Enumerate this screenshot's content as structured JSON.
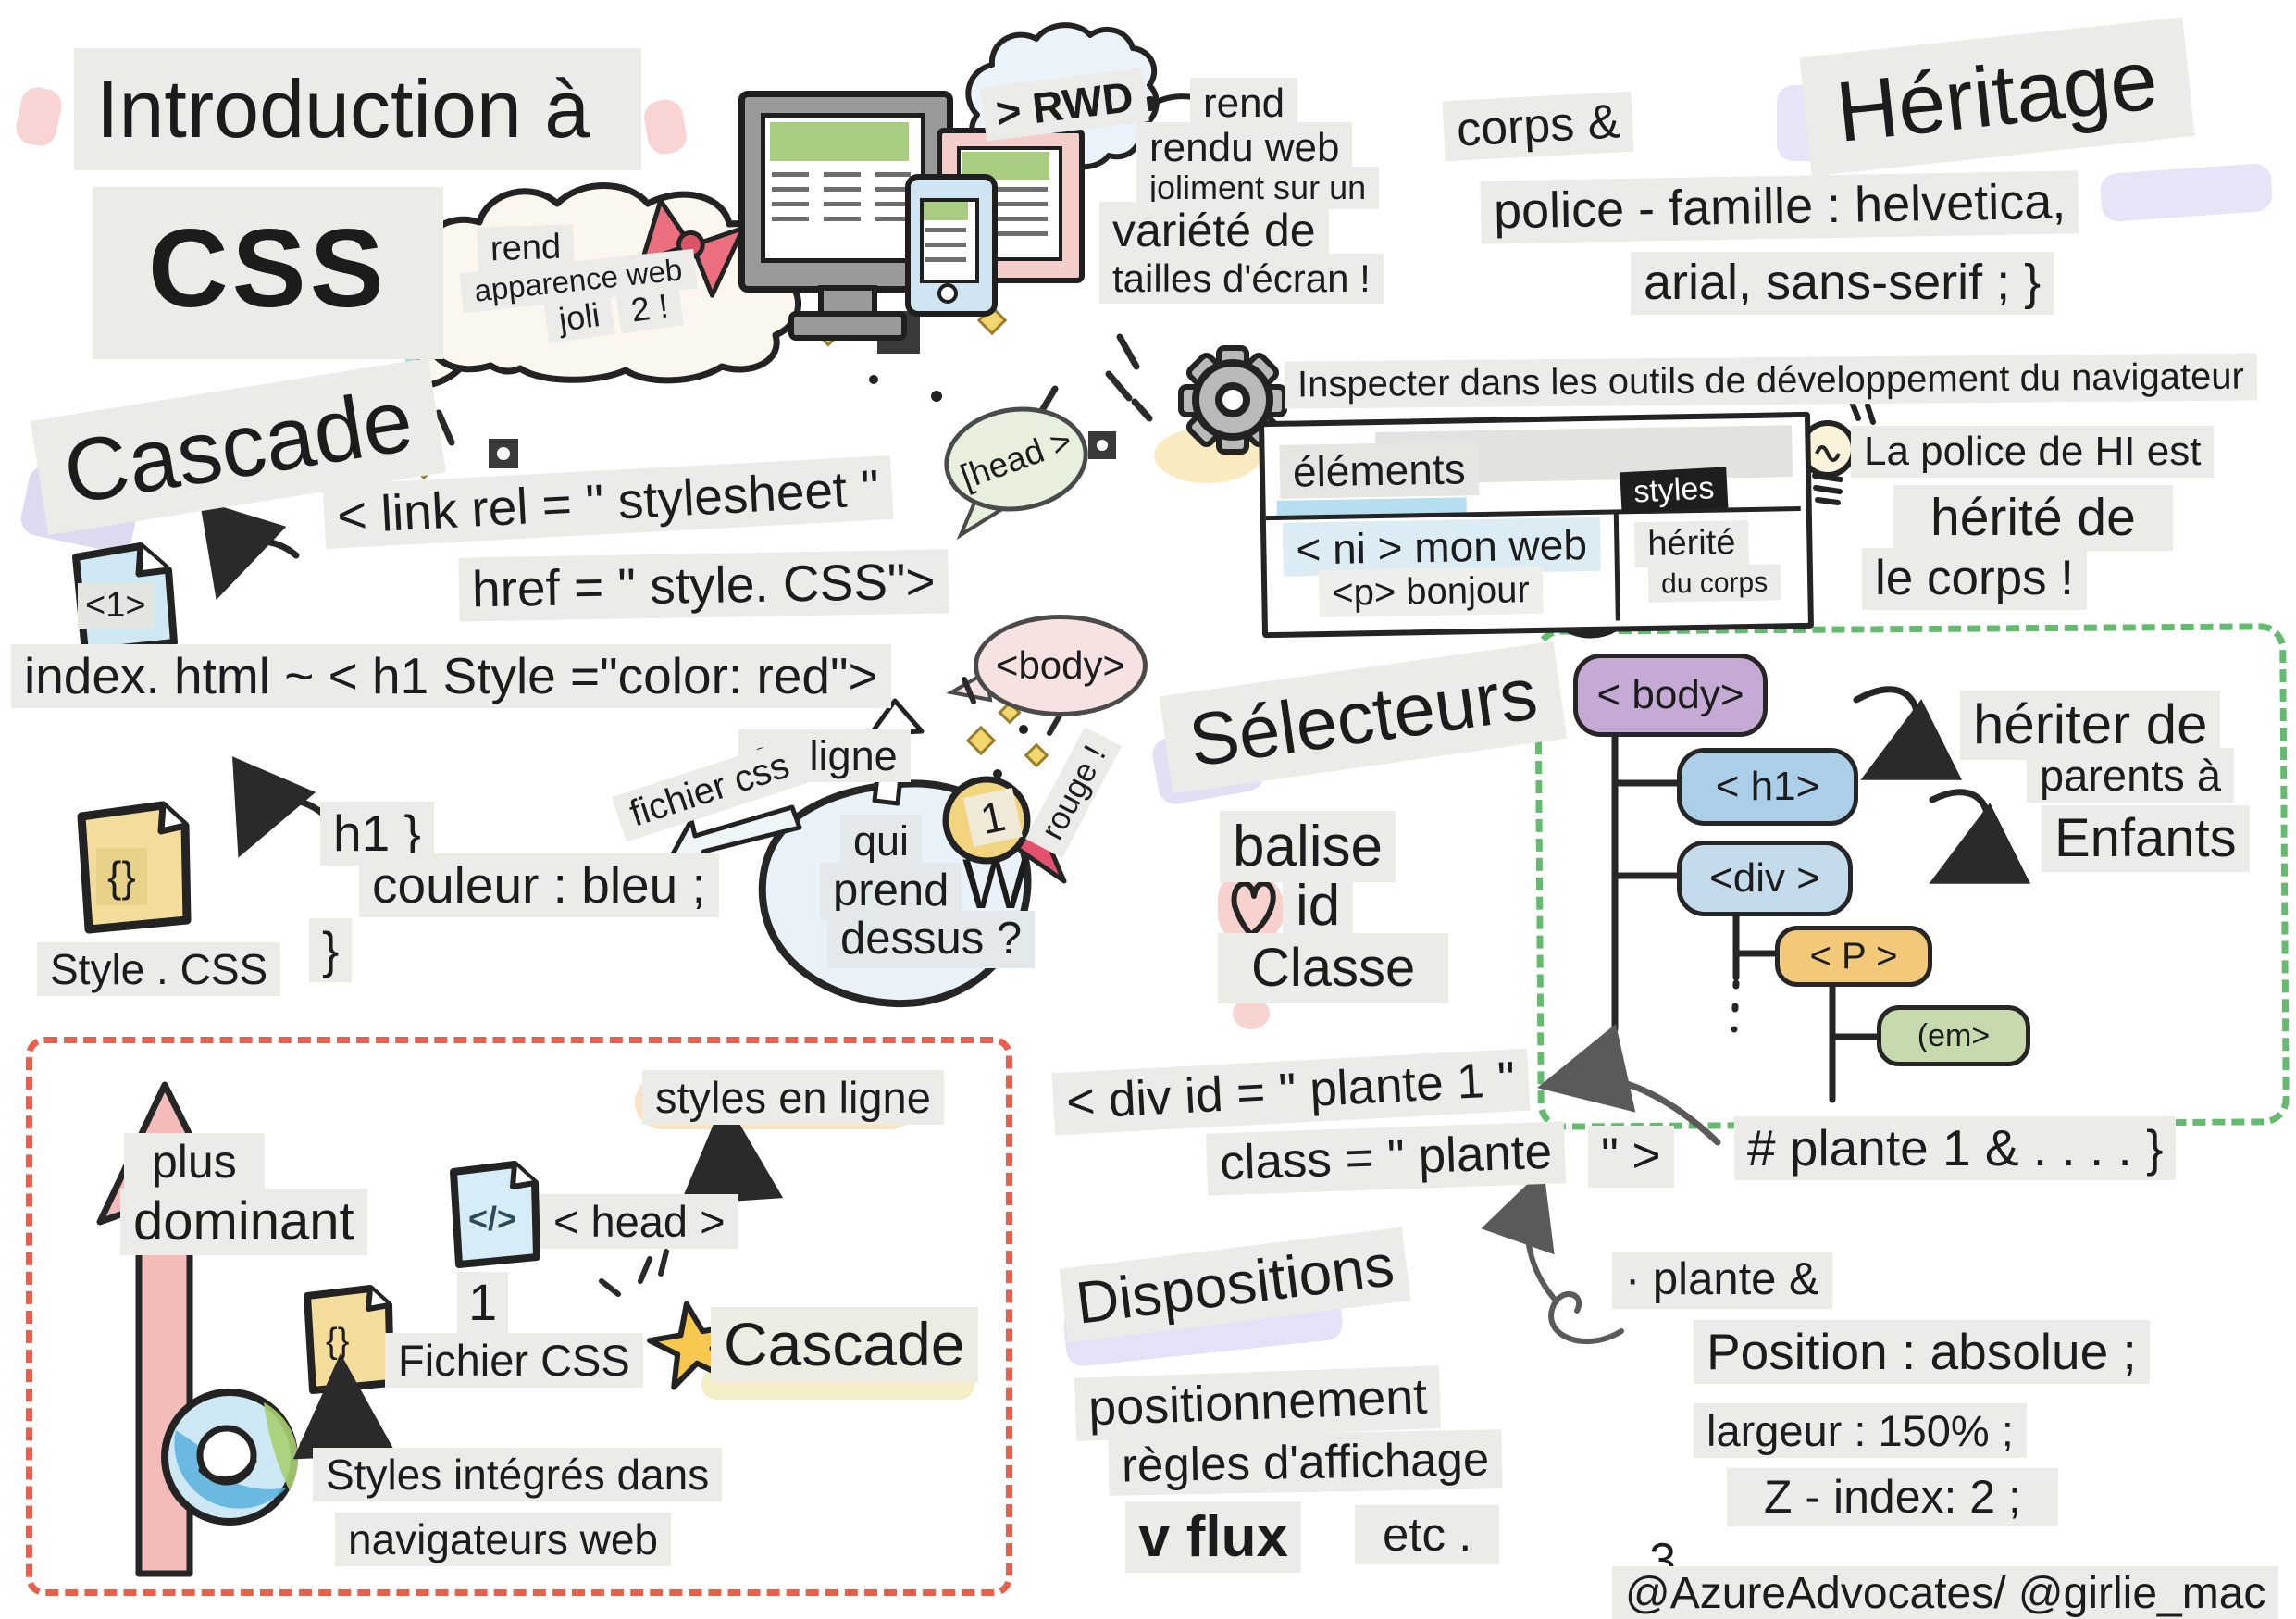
{
  "title": {
    "l1": "Introduction à",
    "l2": "CSS"
  },
  "cloud": {
    "l1": "rend",
    "l2": "apparence web",
    "l3": "joli",
    "l4": "2 !"
  },
  "rwd": {
    "bubble": "> RWD",
    "n1": "rend",
    "n2": "rendu web",
    "n3": "joliment sur un",
    "n4": "variété de",
    "n5": "tailles d'écran !"
  },
  "heritage": {
    "corps": "corps &",
    "title": "Héritage",
    "code1": "police - famille : helvetica,",
    "code2": "arial, sans-serif ; }",
    "bulb1": "La police de HI est",
    "bulb2": "hérité de",
    "bulb3": "le corps !"
  },
  "inspect": {
    "label": "Inspecter dans les outils de développement du navigateur"
  },
  "panel": {
    "tab": "éléments",
    "row1": "< ni > mon web",
    "row2": "<p> bonjour",
    "styles": "styles",
    "inh1": "hérité",
    "inh2": "du corps"
  },
  "cascade": {
    "title": "Cascade",
    "link1": "< link rel = \" stylesheet \"",
    "link2": "href = \" style. CSS\">",
    "head": "[head >",
    "badge": "<1>",
    "index": "index. html ~ < h1 Style =\"color: red\">",
    "body": "<body>"
  },
  "stylecss": {
    "label": "Style . CSS",
    "braces": "{}",
    "r1": "h1 }",
    "r2": "couleur : bleu ;",
    "r3": "}"
  },
  "bubble": {
    "enligne": "en ligne",
    "fichier": "fichier css",
    "q1": "qui",
    "q2": "prend",
    "q3": "dessus ?",
    "w": "W",
    "rouge": "rouge !",
    "medal": "1"
  },
  "selecteurs": {
    "title": "Sélecteurs",
    "items": [
      "balise",
      "id",
      "Classe"
    ]
  },
  "tree": {
    "nodes": [
      "< body>",
      "< h1>",
      "<div >",
      "< P >",
      "(em>"
    ],
    "t1": "hériter de",
    "t2": "parents à",
    "t3": "Enfants"
  },
  "spec": {
    "l1": "< div id = \" plante 1 \"",
    "l2a": "class = \" plante",
    "l2b": "\" >",
    "idrule": "# plante 1 & . . . . }",
    "classrule": "· plante &",
    "props": [
      "Position : absolue ;",
      "largeur : 150% ;",
      "Z - index: 2 ;"
    ],
    "three": "3"
  },
  "disp": {
    "title": "Dispositions",
    "items": [
      "positionnement",
      "règles d'affichage",
      "v flux",
      "etc ."
    ]
  },
  "dom": {
    "plus": "plus",
    "dominant": "dominant",
    "headbadge": "</>",
    "head": "< head >",
    "inline": "styles en ligne",
    "one": "1",
    "braces": "{}",
    "fichier": "Fichier CSS",
    "cascade": "Cascade",
    "b1": "Styles intégrés dans",
    "b2": "navigateurs web"
  },
  "credit": {
    "handle": "@AzureAdvocates/ @girlie_mac"
  },
  "colors": {
    "red_dash": "#e8604c",
    "green_dash": "#63bb6e",
    "tape_gray": "#ebebe8",
    "ink": "#1c1c1c",
    "pill_purple": "#c5aad6",
    "pill_blue": "#abcfe8",
    "pill_lightblue": "#c4dbec",
    "pill_yellow": "#f2c979",
    "pill_green": "#c6daae",
    "medal_gold": "#f2d47e",
    "ribbon_red": "#e4506e",
    "bow_pink": "#ec6f80",
    "arrow_pink": "#f3bcb8",
    "screen_green": "#a8cc80",
    "watercolor_blue": "#e9f2f8",
    "styles_badge_bg": "#1e1e1e"
  }
}
